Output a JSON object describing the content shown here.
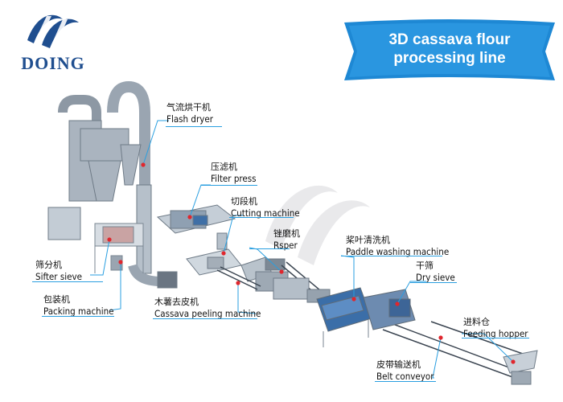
{
  "brand": {
    "logo_text": "DOING",
    "accent": "#1f4e8f",
    "banner_color": "#1e88d4",
    "leader_color": "#2a9fe0"
  },
  "banner": {
    "line1": "3D cassava flour",
    "line2": "processing line"
  },
  "labels": {
    "flash_dryer": {
      "cn": "气流烘干机",
      "en": "Flash dryer"
    },
    "filter_press": {
      "cn": "压滤机",
      "en": "Filter press"
    },
    "cutting_machine": {
      "cn": "切段机",
      "en": "Cutting machine"
    },
    "rasper": {
      "cn": "锉磨机",
      "en": "Rsper"
    },
    "paddle_washing": {
      "cn": "桨叶清洗机",
      "en": "Paddle washing machine"
    },
    "dry_sieve": {
      "cn": "干筛",
      "en": "Dry sieve"
    },
    "sifter_sieve": {
      "cn": "筛分机",
      "en": "Sifter sieve"
    },
    "packing_machine": {
      "cn": "包装机",
      "en": "Packing machine"
    },
    "peeling_machine": {
      "cn": "木薯去皮机",
      "en": "Cassava peeling machine"
    },
    "feeding_hopper": {
      "cn": "进料仓",
      "en": "Feeding hopper"
    },
    "belt_conveyor": {
      "cn": "皮带输送机",
      "en": "Belt conveyor"
    }
  }
}
